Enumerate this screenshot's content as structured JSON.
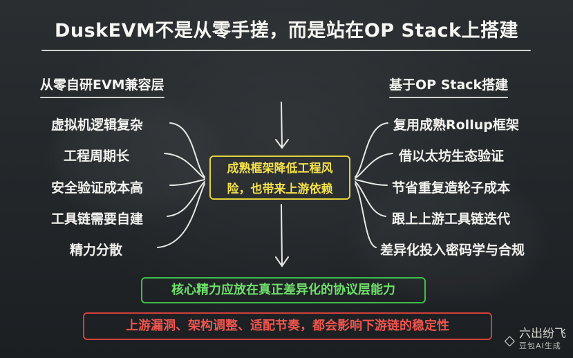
{
  "title": "DuskEVM不是从零手搓，而是站在OP Stack上搭建",
  "left": {
    "heading": "从零自研EVM兼容层",
    "items": [
      "虚拟机逻辑复杂",
      "工程周期长",
      "安全验证成本高",
      "工具链需要自建",
      "精力分散"
    ]
  },
  "right": {
    "heading": "基于OP Stack搭建",
    "items": [
      "复用成熟Rollup框架",
      "借以太坊生态验证",
      "节省重复造轮子成本",
      "跟上上游工具链迭代",
      "差异化投入密码学与合规"
    ]
  },
  "center": {
    "line1": "成熟框架降低工程风",
    "line2": "险，也带来上游依赖"
  },
  "conclusion": "核心精力应放在真正差异化的协议层能力",
  "warning": "上游漏洞、架构调整、适配节奏，都会影响下游链的稳定性",
  "watermark": {
    "symbol": "◇",
    "text": "六出纷飞",
    "sub": "豆包AI生成"
  },
  "colors": {
    "board": "#24282b",
    "chalk": "#f2f2ee",
    "center_border": "#e3d33a",
    "center_text": "#f4e24a",
    "conclusion": "#3fbf4a",
    "warning": "#d2403c"
  }
}
